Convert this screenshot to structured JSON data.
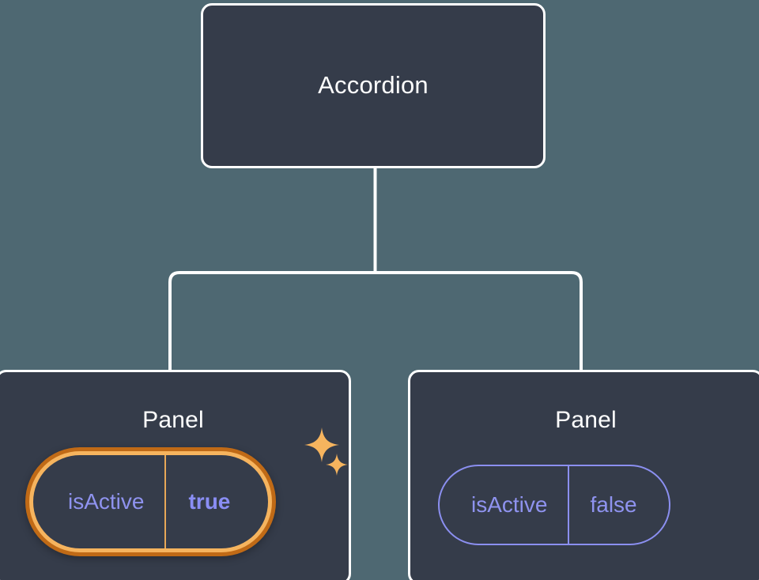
{
  "diagram": {
    "type": "component-tree",
    "background_color": "#4e6872",
    "node_fill_color": "#353c4a",
    "node_border_color": "#ffffff",
    "connector_color": "#ffffff",
    "accent_highlight_color": "#f6b45e",
    "accent_highlight_outer_color": "#c06a16",
    "prop_text_color": "#8f93ef",
    "prop_value_active_color": "#8a8ef5",
    "prop_border_color": "#8b8ff0"
  },
  "root": {
    "label": "Accordion"
  },
  "children": [
    {
      "label": "Panel",
      "highlighted": true,
      "prop": {
        "key": "isActive",
        "value": "true"
      },
      "sparkles": [
        {
          "name": "sparkle-large-icon"
        },
        {
          "name": "sparkle-small-icon"
        }
      ]
    },
    {
      "label": "Panel",
      "highlighted": false,
      "prop": {
        "key": "isActive",
        "value": "false"
      }
    }
  ]
}
